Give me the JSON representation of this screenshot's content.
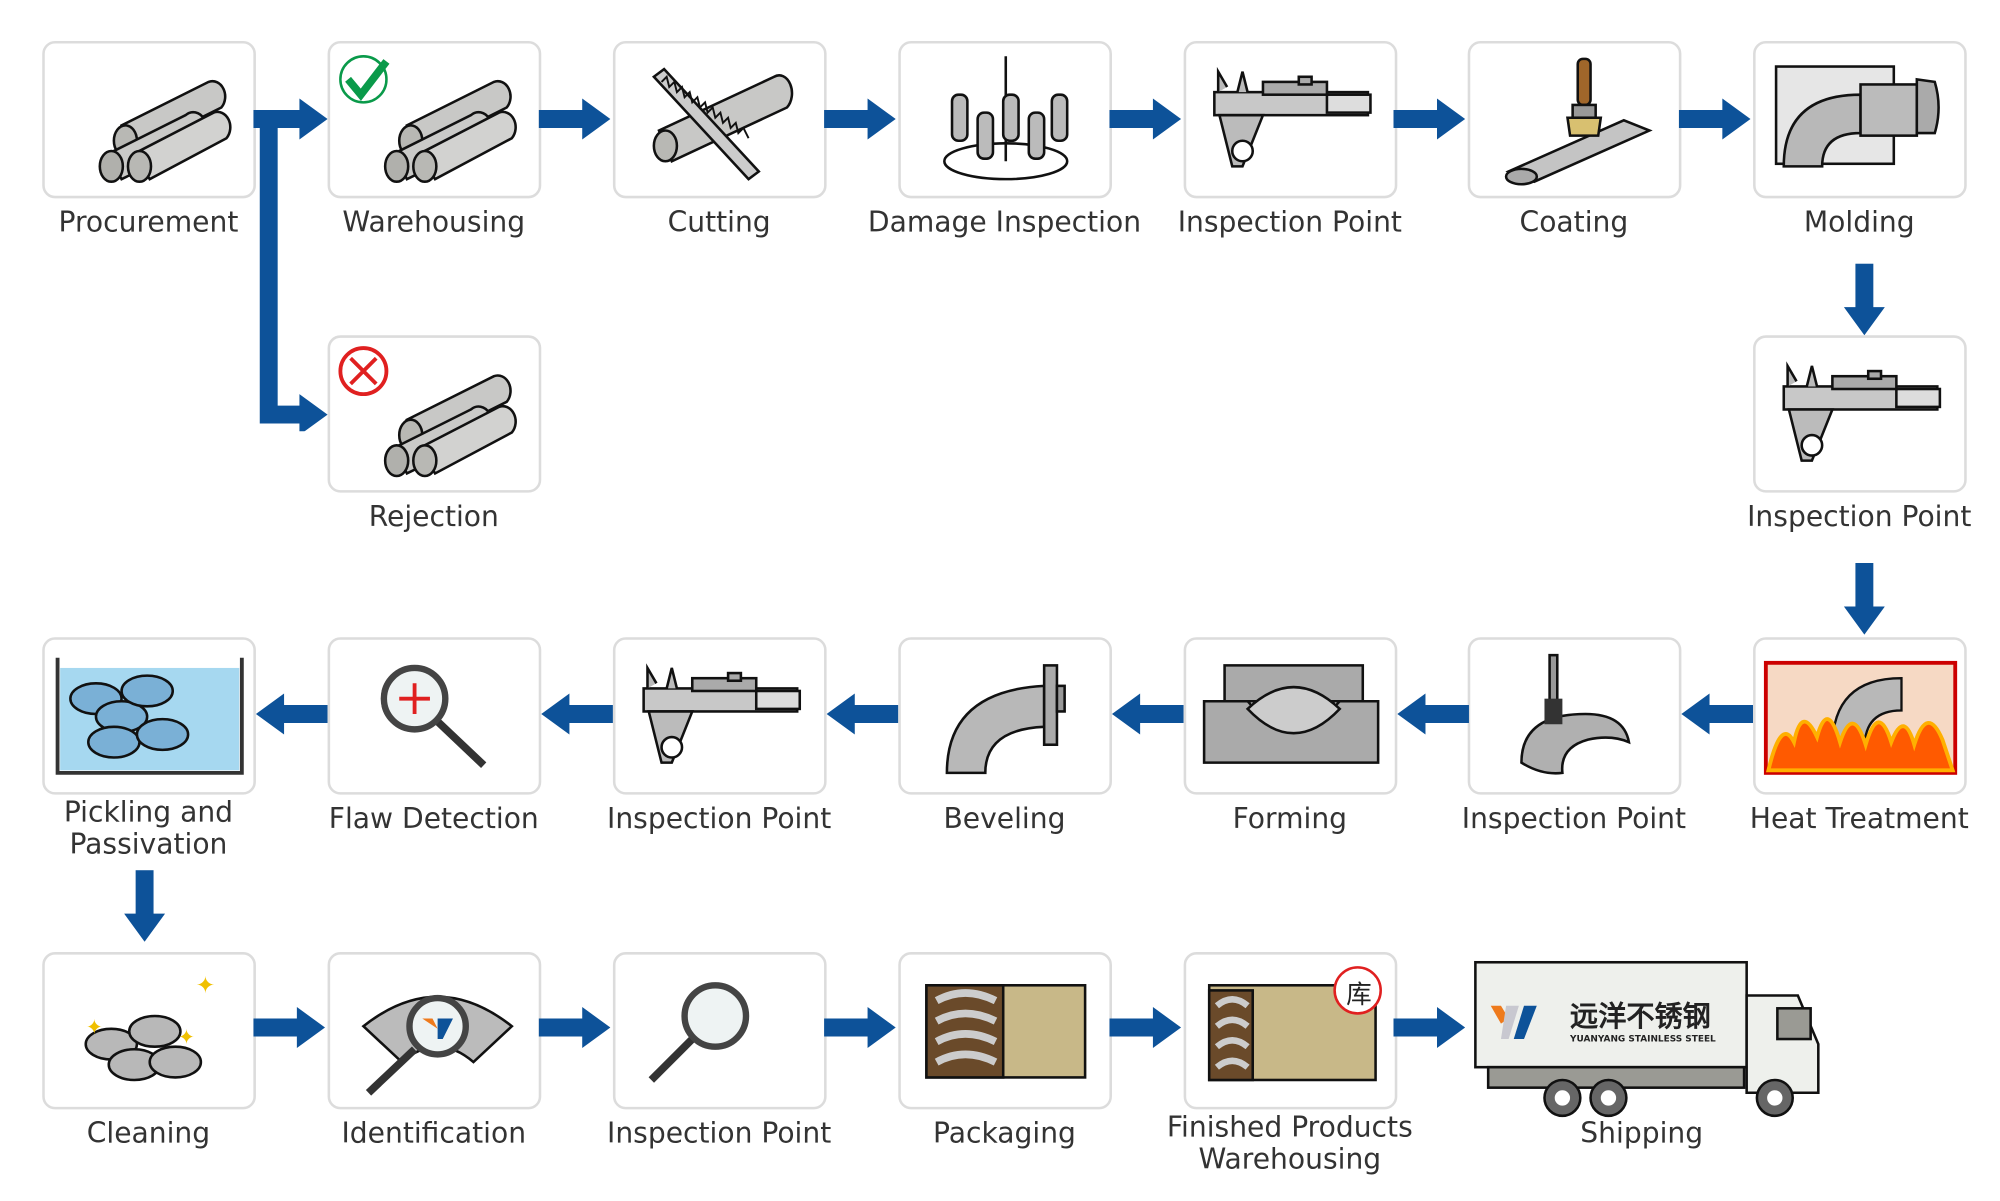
{
  "colors": {
    "arrow": "#0d5299",
    "box_border": "#dcdcdc",
    "label": "#333333",
    "accept": "#0a9a4a",
    "reject": "#e02020"
  },
  "steps": [
    {
      "label": "Procurement",
      "icon": "steel-bars-icon"
    },
    {
      "label": "Warehousing",
      "icon": "steel-bars-accepted-icon"
    },
    {
      "label": "Cutting",
      "icon": "saw-cutting-icon"
    },
    {
      "label": "Damage Inspection",
      "icon": "damage-inspection-icon"
    },
    {
      "label": "Inspection Point",
      "icon": "caliper-icon"
    },
    {
      "label": "Coating",
      "icon": "paint-brush-icon"
    },
    {
      "label": "Molding",
      "icon": "molding-elbow-icon"
    },
    {
      "label": "Rejection",
      "icon": "steel-bars-rejected-icon"
    },
    {
      "label": "Inspection Point",
      "icon": "caliper-icon"
    },
    {
      "label": "Heat Treatment",
      "icon": "furnace-fire-icon"
    },
    {
      "label": "Inspection Point",
      "icon": "elbow-gauge-icon"
    },
    {
      "label": "Forming",
      "icon": "press-die-icon"
    },
    {
      "label": "Beveling",
      "icon": "bevel-elbow-icon"
    },
    {
      "label": "Inspection Point",
      "icon": "caliper-icon"
    },
    {
      "label": "Flaw Detection",
      "icon": "magnifier-plus-icon"
    },
    {
      "label": "Pickling and Passivation",
      "icon": "pickling-tank-icon"
    },
    {
      "label": "Cleaning",
      "icon": "sparkling-elbows-icon"
    },
    {
      "label": "Identification",
      "icon": "logo-magnifier-icon"
    },
    {
      "label": "Inspection Point",
      "icon": "magnifier-icon"
    },
    {
      "label": "Packaging",
      "icon": "packaging-box-icon"
    },
    {
      "label": "Finished Products Warehousing",
      "icon": "warehouse-box-icon",
      "stamp": "库"
    },
    {
      "label": "Shipping",
      "icon": "truck-icon",
      "truck_brand_cn": "远洋不锈钢",
      "truck_brand_en": "YUANYANG STAINLESS STEEL"
    }
  ]
}
